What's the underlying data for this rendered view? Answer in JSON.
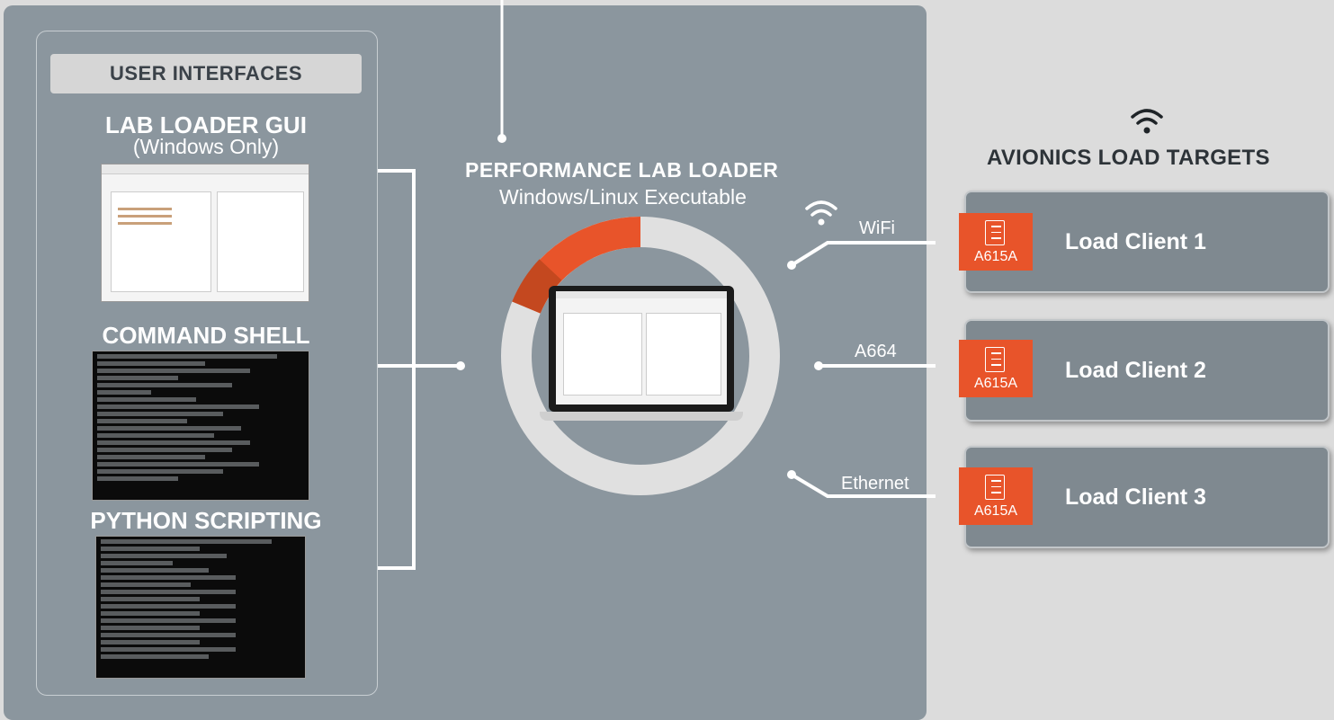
{
  "ui_section": {
    "header": "USER INTERFACES",
    "gui_title": "LAB LOADER GUI",
    "gui_subtitle": "(Windows Only)",
    "shell_title": "COMMAND SHELL",
    "python_title": "PYTHON SCRIPTING"
  },
  "center": {
    "title": "PERFORMANCE LAB LOADER",
    "subtitle": "Windows/Linux Executable"
  },
  "connections": [
    {
      "label": "WiFi"
    },
    {
      "label": "A664"
    },
    {
      "label": "Ethernet"
    }
  ],
  "targets": {
    "title": "AVIONICS LOAD TARGETS",
    "icon": "wifi-icon",
    "clients": [
      {
        "name": "Load Client 1",
        "badge": "A615A"
      },
      {
        "name": "Load Client 2",
        "badge": "A615A"
      },
      {
        "name": "Load Client 3",
        "badge": "A615A"
      }
    ]
  },
  "colors": {
    "panel": "#8b969e",
    "background": "#dcdcdc",
    "accent_orange": "#e8542a",
    "ring": "#e0e0e0",
    "client_box": "#7f8990"
  }
}
